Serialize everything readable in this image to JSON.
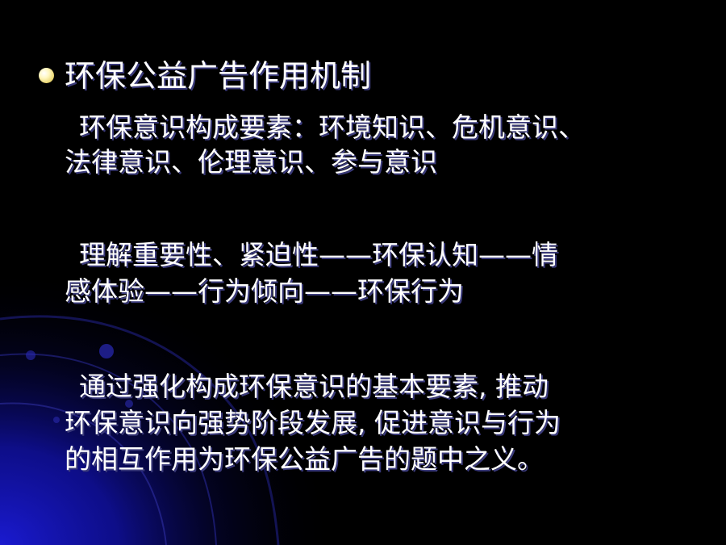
{
  "slide": {
    "heading": "环保公益广告作用机制",
    "paragraphs": [
      {
        "lines": [
          "环保意识构成要素：环境知识、危机意识、",
          "法律意识、伦理意识、参与意识"
        ]
      },
      {
        "lines": [
          "理解重要性、紧迫性——环保认知——情",
          "感体验——行为倾向——环保行为"
        ]
      },
      {
        "lines": [
          "通过强化构成环保意识的基本要素, 推动",
          "环保意识向强势阶段发展, 促进意识与行为",
          "的相互作用为环保公益广告的题中之义。"
        ]
      }
    ]
  },
  "colors": {
    "background": "#000000",
    "text": "#ffffff",
    "text_shadow": "#3a3a7a",
    "accent_blue": "#1a1ad0",
    "bullet": "#fff7c0"
  },
  "icons": {
    "bullet": "bullet-dot-icon"
  }
}
